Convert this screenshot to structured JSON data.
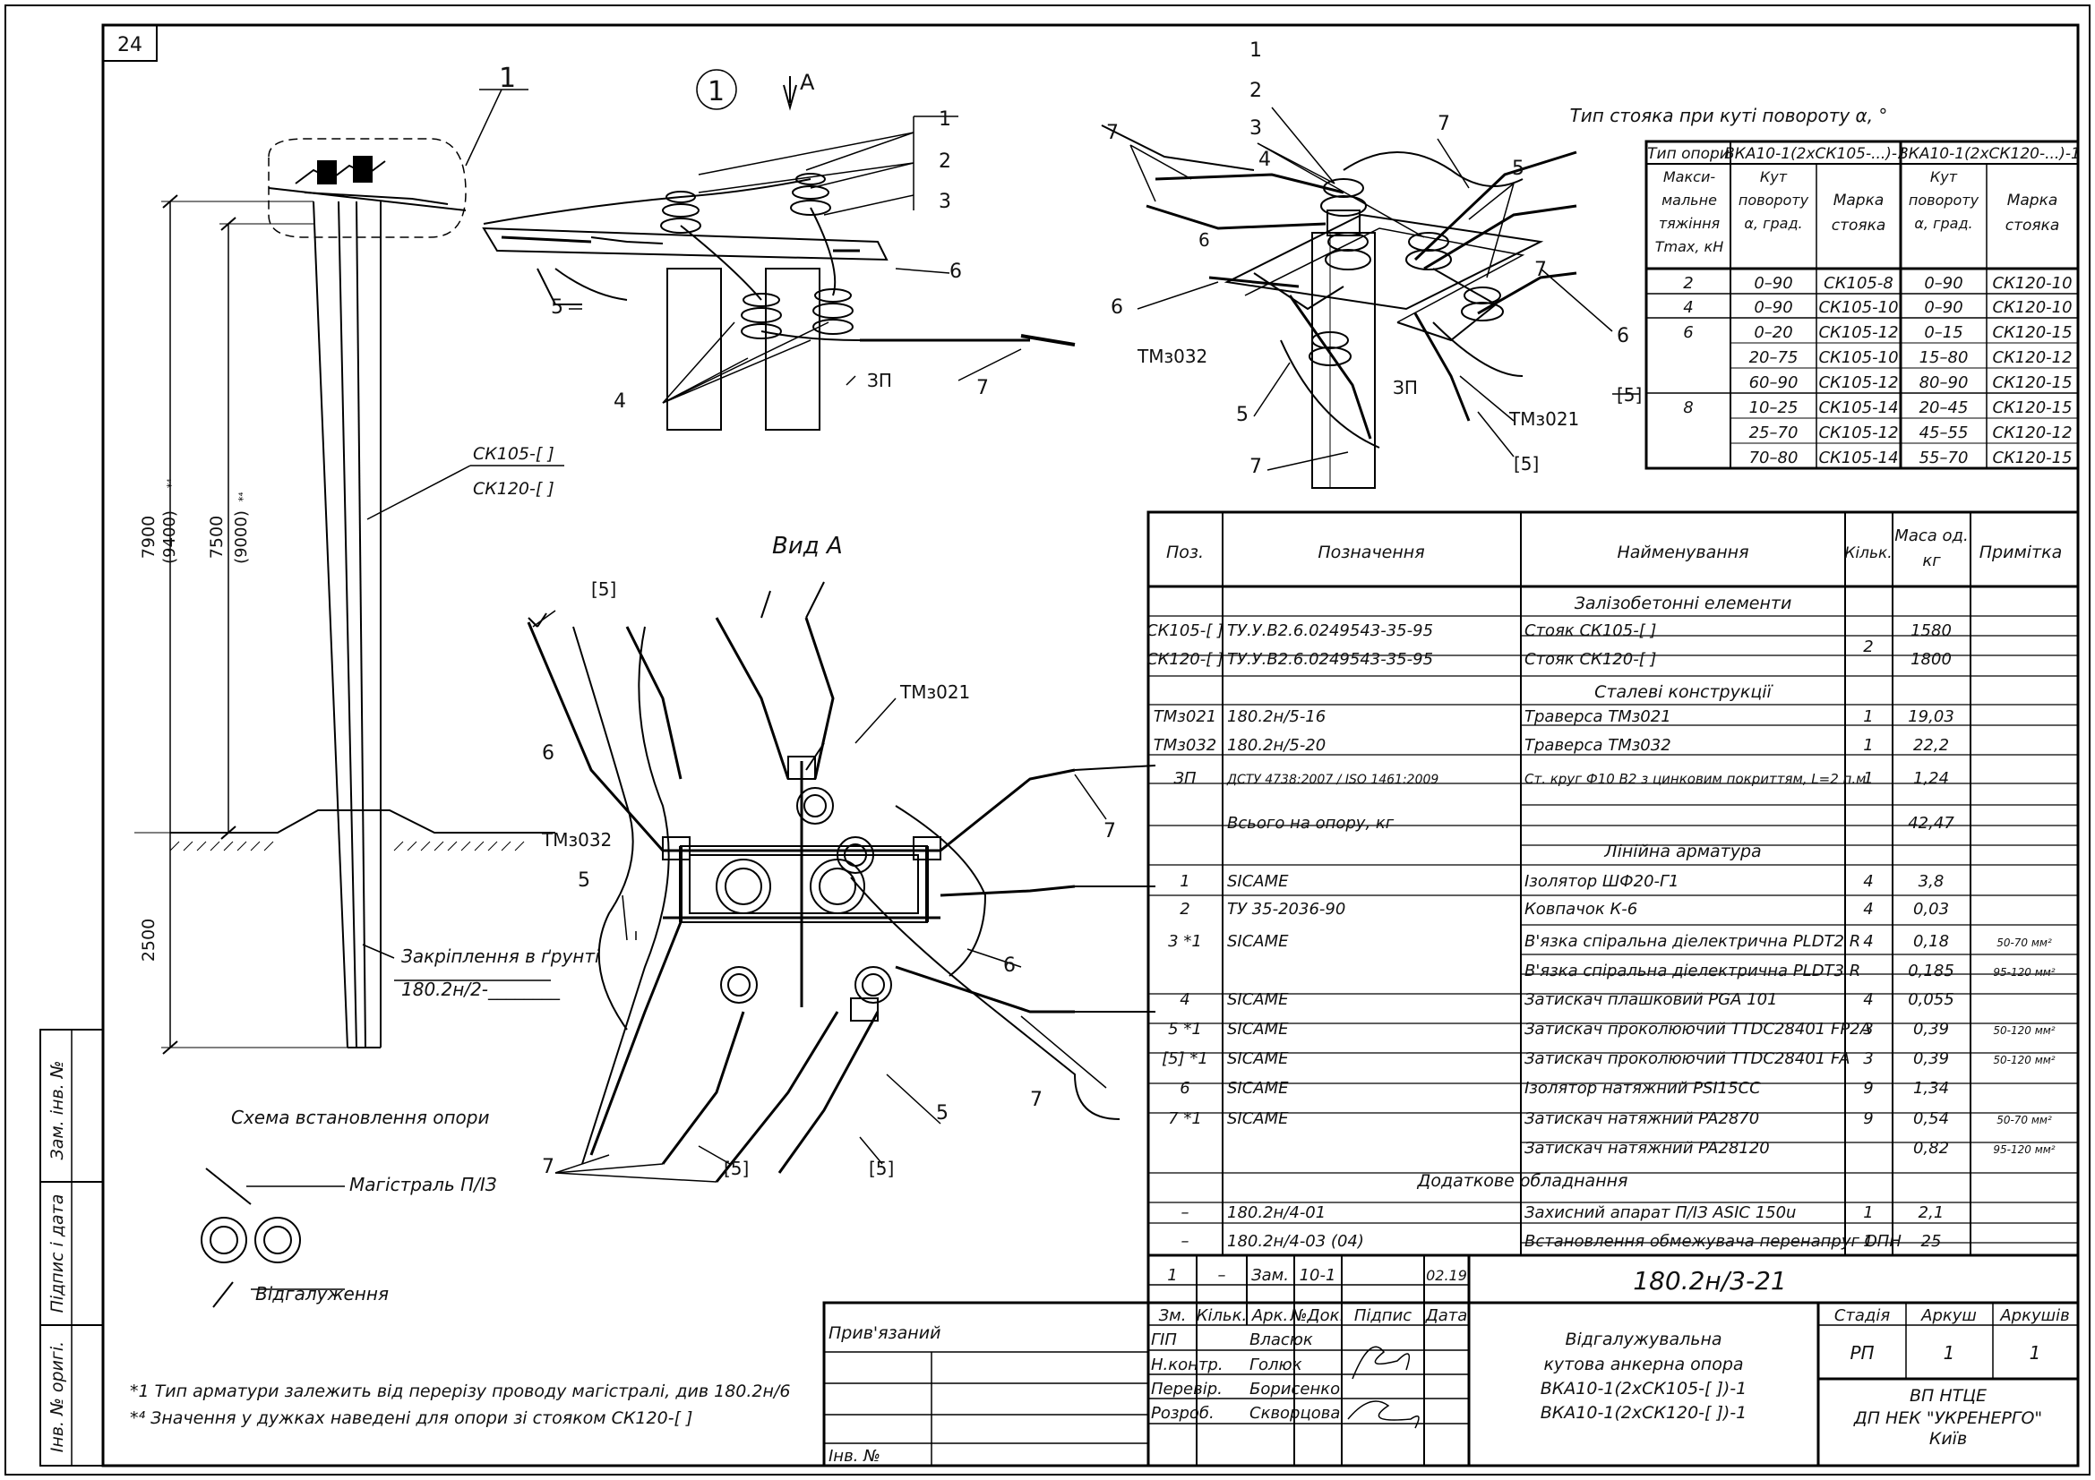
{
  "sheet": {
    "page_number": "24",
    "side_stamps": [
      "Зам. інв. №",
      "Підпис і дата",
      "Інв. № оригі."
    ]
  },
  "pole_scheme": {
    "callout": "1",
    "pole_marks": [
      "СК105-[    ]",
      "СК120-[    ]"
    ],
    "height_total": "7900",
    "height_total_alt": "(9400)",
    "height_total_note": "*⁴",
    "height_above": "7500",
    "height_above_alt": "(9000)",
    "height_above_note": "*⁴",
    "depth": "2500",
    "fixing_label": "Закріплення в ґрунті",
    "fixing_ref": "180.2н/2-________",
    "caption": "Схема встановлення опори",
    "mainline_label": "Магістраль П/ІЗ",
    "branch_label": "Відгалуження"
  },
  "view_detail": {
    "node_callout": "1",
    "arrow_label": "А",
    "labels": [
      "1",
      "2",
      "3",
      "4",
      "5",
      "6",
      "7",
      "ЗП"
    ]
  },
  "view_iso": {
    "labels": [
      "1",
      "2",
      "3",
      "4",
      "5",
      "6",
      "7",
      "ТМз032",
      "ТМз021",
      "ЗП",
      "[5]"
    ]
  },
  "view_a": {
    "title": "Вид А",
    "labels": [
      "[5]",
      "6",
      "ТМз021",
      "ТМз032",
      "5",
      "7",
      "6",
      "5",
      "7",
      "[5]",
      "[5]",
      "7"
    ]
  },
  "angle_table": {
    "title": "Тип стояка при куті повороту α, °",
    "header_top": [
      "Тип опори",
      "ВКА10-1(2хСК105-...)-1",
      "ВКА10-1(2хСК120-...)-1"
    ],
    "header_sub": [
      "Макси-мальне тяжіння Tmax, кН",
      "Кут повороту α, град.",
      "Марка стояка",
      "Кут повороту α, град.",
      "Марка стояка"
    ],
    "rows": [
      [
        "2",
        "0–90",
        "СК105-8",
        "0–90",
        "СК120-10"
      ],
      [
        "4",
        "0–90",
        "СК105-10",
        "0–90",
        "СК120-10"
      ],
      [
        "6",
        "0–20",
        "СК105-12",
        "0–15",
        "СК120-15"
      ],
      [
        "",
        "20–75",
        "СК105-10",
        "15–80",
        "СК120-12"
      ],
      [
        "",
        "60–90",
        "СК105-12",
        "80–90",
        "СК120-15"
      ],
      [
        "8",
        "10–25",
        "СК105-14",
        "20–45",
        "СК120-15"
      ],
      [
        "",
        "25–70",
        "СК105-12",
        "45–55",
        "СК120-12"
      ],
      [
        "",
        "70–80",
        "СК105-14",
        "55–70",
        "СК120-15"
      ]
    ]
  },
  "spec_table": {
    "headers": [
      "Поз.",
      "Позначення",
      "Найменування",
      "Кільк.",
      "Маса од. кг",
      "Примітка"
    ],
    "sections": {
      "s1": "Залізобетонні елементи",
      "s2": "Сталеві конструкції",
      "s3": "Лінійна арматура",
      "s4": "Додаткове обладнання"
    },
    "rows": [
      [
        "СК105-[ ]",
        "ТУ.У.В2.6.0249543-35-95",
        "Стояк СК105-[        ]",
        "",
        "1580",
        ""
      ],
      [
        "СК120-[ ]",
        "ТУ.У.В2.6.0249543-35-95",
        "Стояк СК120-[        ]",
        "2",
        "1800",
        ""
      ],
      [
        "ТМз021",
        "180.2н/5-16",
        "Траверса ТМз021",
        "1",
        "19,03",
        ""
      ],
      [
        "ТМз032",
        "180.2н/5-20",
        "Траверса ТМз032",
        "1",
        "22,2",
        ""
      ],
      [
        "ЗП",
        "ДСТУ 4738:2007 / ISO 1461:2009",
        "Ст. круг Ф10 В2 з цинковим покриттям, L=2 п.м.",
        "1",
        "1,24",
        ""
      ],
      [
        "",
        "Всього на опору, кг",
        "",
        "",
        "42,47",
        ""
      ],
      [
        "1",
        "SICAME",
        "Ізолятор ШФ20-Г1",
        "4",
        "3,8",
        ""
      ],
      [
        "2",
        "ТУ 35-2036-90",
        "Ковпачок К-6",
        "4",
        "0,03",
        ""
      ],
      [
        "3 *1",
        "SICAME",
        "В'язка спіральна діелектрична PLDT2 R",
        "4",
        "0,18",
        "50-70 мм²"
      ],
      [
        "",
        "",
        "В'язка спіральна діелектрична PLDT3 R",
        "",
        "0,185",
        "95-120 мм²"
      ],
      [
        "4",
        "SICAME",
        "Затискач плашковий PGA 101",
        "4",
        "0,055",
        ""
      ],
      [
        "5 *1",
        "SICAME",
        "Затискач проколюючий TTDC28401 FP2A",
        "3",
        "0,39",
        "50-120 мм²"
      ],
      [
        "[5] *1",
        "SICAME",
        "Затискач проколюючий TTDC28401 FA",
        "3",
        "0,39",
        "50-120 мм²"
      ],
      [
        "6",
        "SICAME",
        "Ізолятор натяжний PSI15CC",
        "9",
        "1,34",
        ""
      ],
      [
        "7 *1",
        "SICAME",
        "Затискач натяжний PA2870",
        "9",
        "0,54",
        "50-70 мм²"
      ],
      [
        "",
        "",
        "Затискач натяжний PA28120",
        "",
        "0,82",
        "95-120 мм²"
      ],
      [
        "–",
        "180.2н/4-01",
        "Захисний апарат П/ІЗ ASIC 150u",
        "1",
        "2,1",
        ""
      ],
      [
        "–",
        "180.2н/4-03 (04)",
        "Встановлення обмежувача перенапруг ОПН",
        "1",
        "25",
        ""
      ]
    ]
  },
  "title_block": {
    "code": "180.2н/3-21",
    "change_row": [
      "1",
      "–",
      "Зам.",
      "10-1",
      "",
      "02.19"
    ],
    "col_headers": [
      "Зм.",
      "Кільк.",
      "Арк.",
      "№Док.",
      "Підпис",
      "Дата"
    ],
    "roles": [
      "ГІП",
      "Н.контр.",
      "Перевір.",
      "Розроб."
    ],
    "names": [
      "Власюк",
      "Голюк",
      "Борисенко",
      "Скворцова"
    ],
    "description": [
      "Відгалужувальна",
      "кутова анкерна опора",
      "ВКА10-1(2хСК105-[  ])-1",
      "ВКА10-1(2хСК120-[  ])-1"
    ],
    "stage_headers": [
      "Стадія",
      "Аркуш",
      "Аркушів"
    ],
    "stage_values": [
      "РП",
      "1",
      "1"
    ],
    "org": [
      "ВП НТЦЕ",
      "ДП НЕК \"УКРЕНЕРГО\"",
      "Київ"
    ],
    "attached_label": "Прив'язаний",
    "inv_label": "Інв. №"
  },
  "notes": [
    "*1 Тип арматури залежить від перерізу проводу магістралі, див 180.2н/6",
    "*⁴ Значення у дужках наведені для опори зі стояком СК120-[   ]"
  ]
}
